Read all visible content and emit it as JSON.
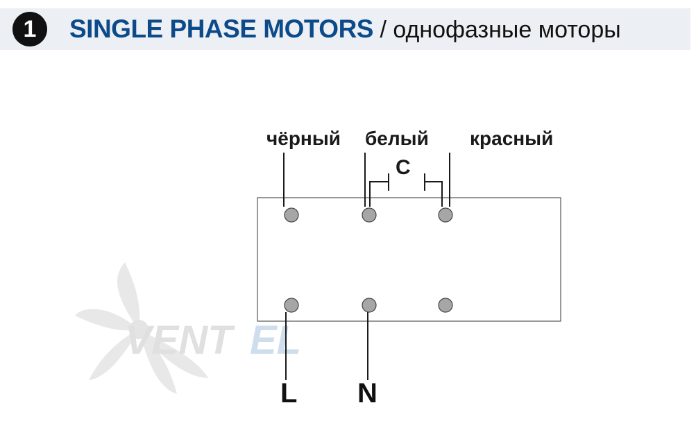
{
  "header": {
    "badge": "1",
    "title_en": "SINGLE PHASE MOTORS",
    "title_separator": " / ",
    "title_ru": "однофазные моторы"
  },
  "wires": {
    "black": "чёрный",
    "white": "белый",
    "red": "красный"
  },
  "capacitor_label": "C",
  "supply": {
    "line": "L",
    "neutral": "N"
  },
  "watermark": "VENTEL",
  "colors": {
    "title_blue": "#0d4a8a",
    "header_bg": "#ecf0f5",
    "terminal_fill": "#a6a6a6",
    "watermark_grey": "#c8c8c8",
    "watermark_blue": "#a9c4e0"
  }
}
